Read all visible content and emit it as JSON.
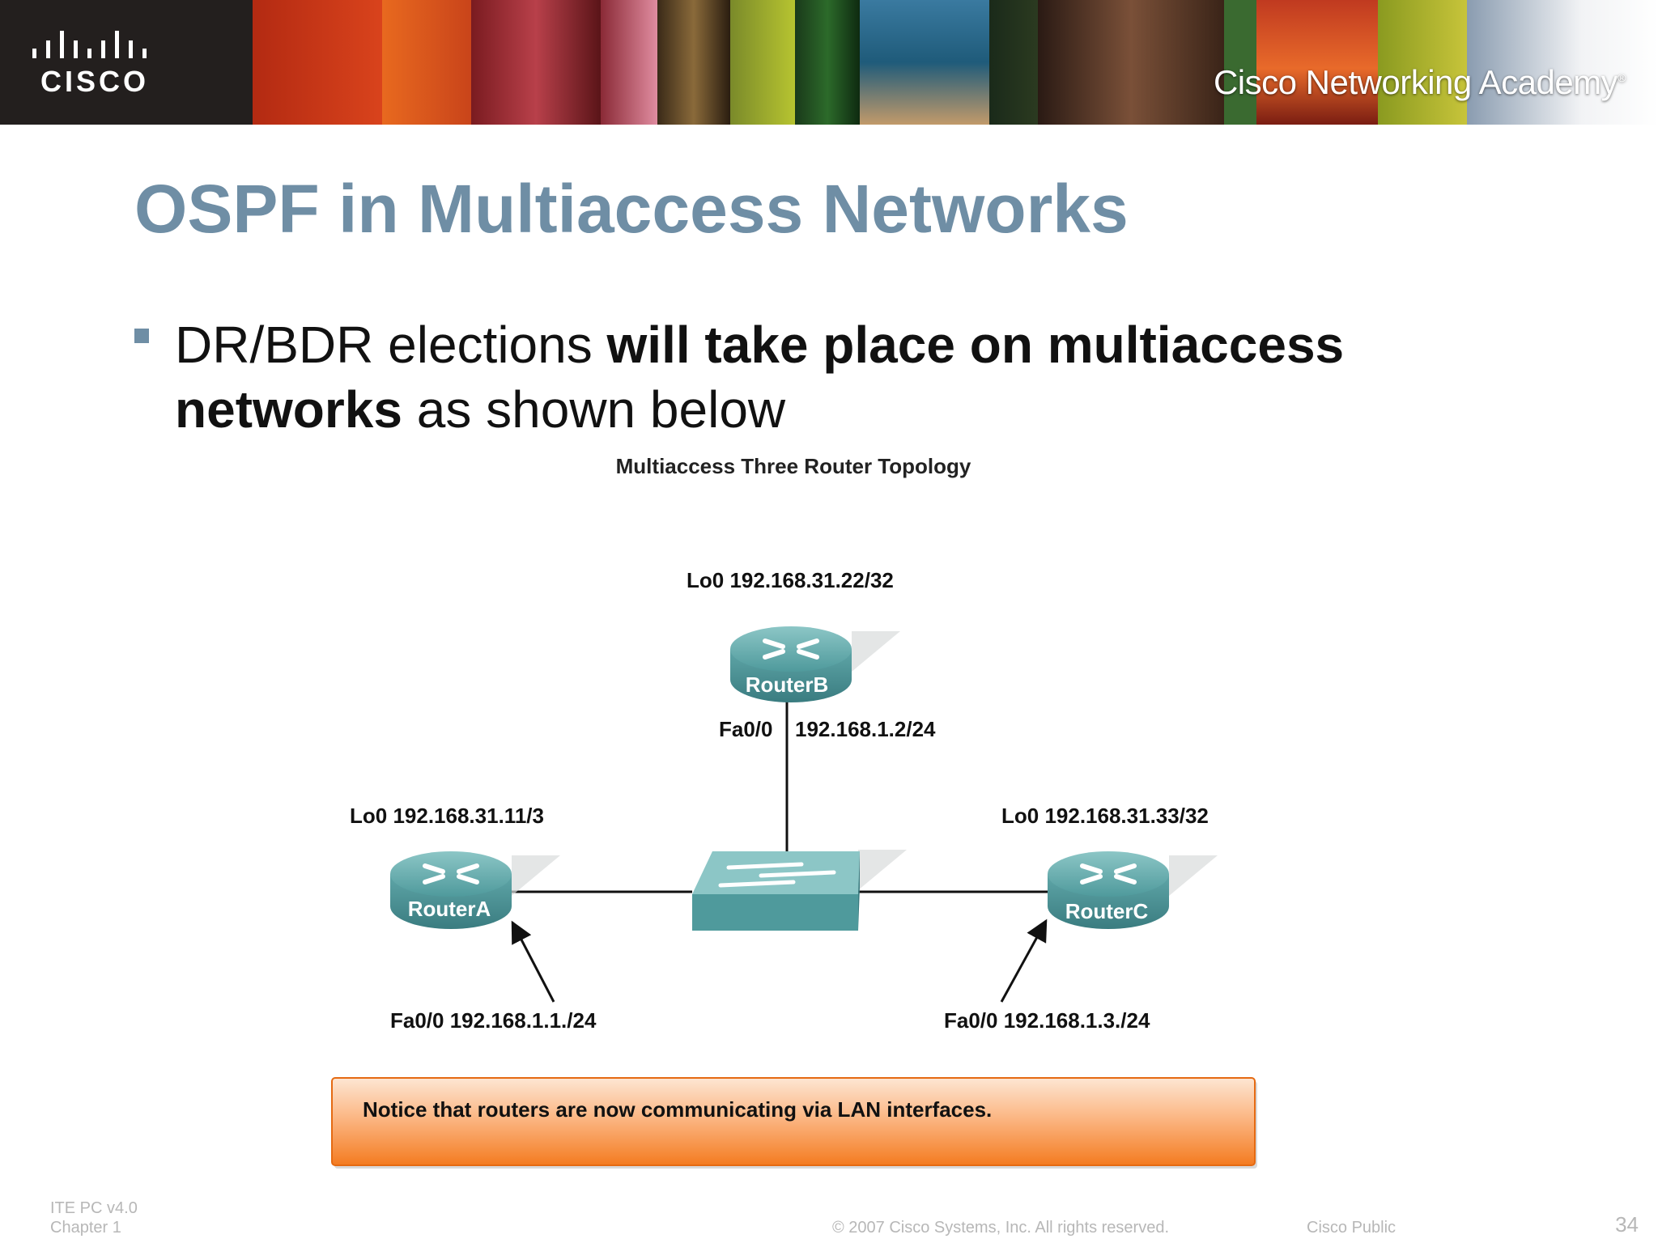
{
  "header": {
    "brand": "CISCO",
    "academy": "Cisco Networking Academy",
    "academy_mark": "®"
  },
  "slide": {
    "title": "OSPF in Multiaccess Networks",
    "bullet": {
      "part1": "DR/BDR elections ",
      "bold1": "will take place on multiaccess",
      "bold2": "networks",
      "part2": " as shown below"
    }
  },
  "diagram": {
    "title": "Multiaccess Three Router Topology",
    "routerB": {
      "name": "RouterB",
      "loopback": "Lo0 192.168.31.22/32",
      "iface": "Fa0/0",
      "ip": "192.168.1.2/24"
    },
    "routerA": {
      "name": "RouterA",
      "loopback": "Lo0 192.168.31.11/3",
      "interface_label": "Fa0/0 192.168.1.1./24"
    },
    "routerC": {
      "name": "RouterC",
      "loopback": "Lo0 192.168.31.33/32",
      "interface_label": "Fa0/0 192.168.1.3./24"
    },
    "notice": "Notice that routers are now communicating via LAN interfaces."
  },
  "footer": {
    "line1": "ITE PC v4.0",
    "line2": "Chapter 1",
    "copyright": "© 2007 Cisco Systems, Inc. All rights reserved.",
    "classification": "Cisco Public",
    "page": "34"
  },
  "colors": {
    "title": "#6f8ea5",
    "router_body": "#4f9a9c",
    "notice_orange": "#f47b20"
  }
}
